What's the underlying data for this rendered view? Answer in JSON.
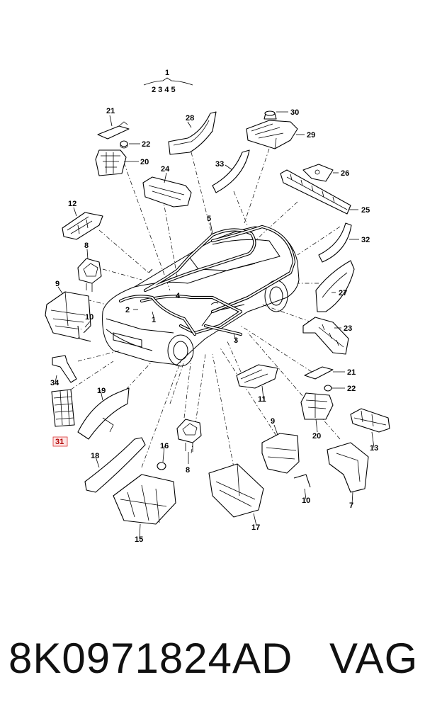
{
  "diagram": {
    "group": {
      "title": "1",
      "children": "2 3 4 5"
    },
    "callouts": [
      {
        "id": "c21a",
        "text": "21"
      },
      {
        "id": "c22a",
        "text": "22"
      },
      {
        "id": "c20a",
        "text": "20"
      },
      {
        "id": "c28",
        "text": "28"
      },
      {
        "id": "c30",
        "text": "30"
      },
      {
        "id": "c29",
        "text": "29"
      },
      {
        "id": "c24",
        "text": "24"
      },
      {
        "id": "c33",
        "text": "33"
      },
      {
        "id": "c26",
        "text": "26"
      },
      {
        "id": "c25",
        "text": "25"
      },
      {
        "id": "c12",
        "text": "12"
      },
      {
        "id": "c5",
        "text": "5"
      },
      {
        "id": "c32",
        "text": "32"
      },
      {
        "id": "c8a",
        "text": "8"
      },
      {
        "id": "c9a",
        "text": "9"
      },
      {
        "id": "c27",
        "text": "27"
      },
      {
        "id": "c4",
        "text": "4"
      },
      {
        "id": "c2",
        "text": "2"
      },
      {
        "id": "c10a",
        "text": "10"
      },
      {
        "id": "c1",
        "text": "1"
      },
      {
        "id": "c23",
        "text": "23"
      },
      {
        "id": "c3",
        "text": "3"
      },
      {
        "id": "c21b",
        "text": "21"
      },
      {
        "id": "c34",
        "text": "34"
      },
      {
        "id": "c11",
        "text": "11"
      },
      {
        "id": "c22b",
        "text": "22"
      },
      {
        "id": "c19",
        "text": "19"
      },
      {
        "id": "c20b",
        "text": "20"
      },
      {
        "id": "c13",
        "text": "13"
      },
      {
        "id": "c9b",
        "text": "9"
      },
      {
        "id": "c31",
        "text": "31"
      },
      {
        "id": "c16",
        "text": "16"
      },
      {
        "id": "c18",
        "text": "18"
      },
      {
        "id": "c8b",
        "text": "8"
      },
      {
        "id": "c10b",
        "text": "10"
      },
      {
        "id": "c7",
        "text": "7"
      },
      {
        "id": "c17",
        "text": "17"
      },
      {
        "id": "c15",
        "text": "15"
      }
    ]
  },
  "footer": {
    "part_number": "8K0971824AD",
    "brand": "VAG"
  }
}
